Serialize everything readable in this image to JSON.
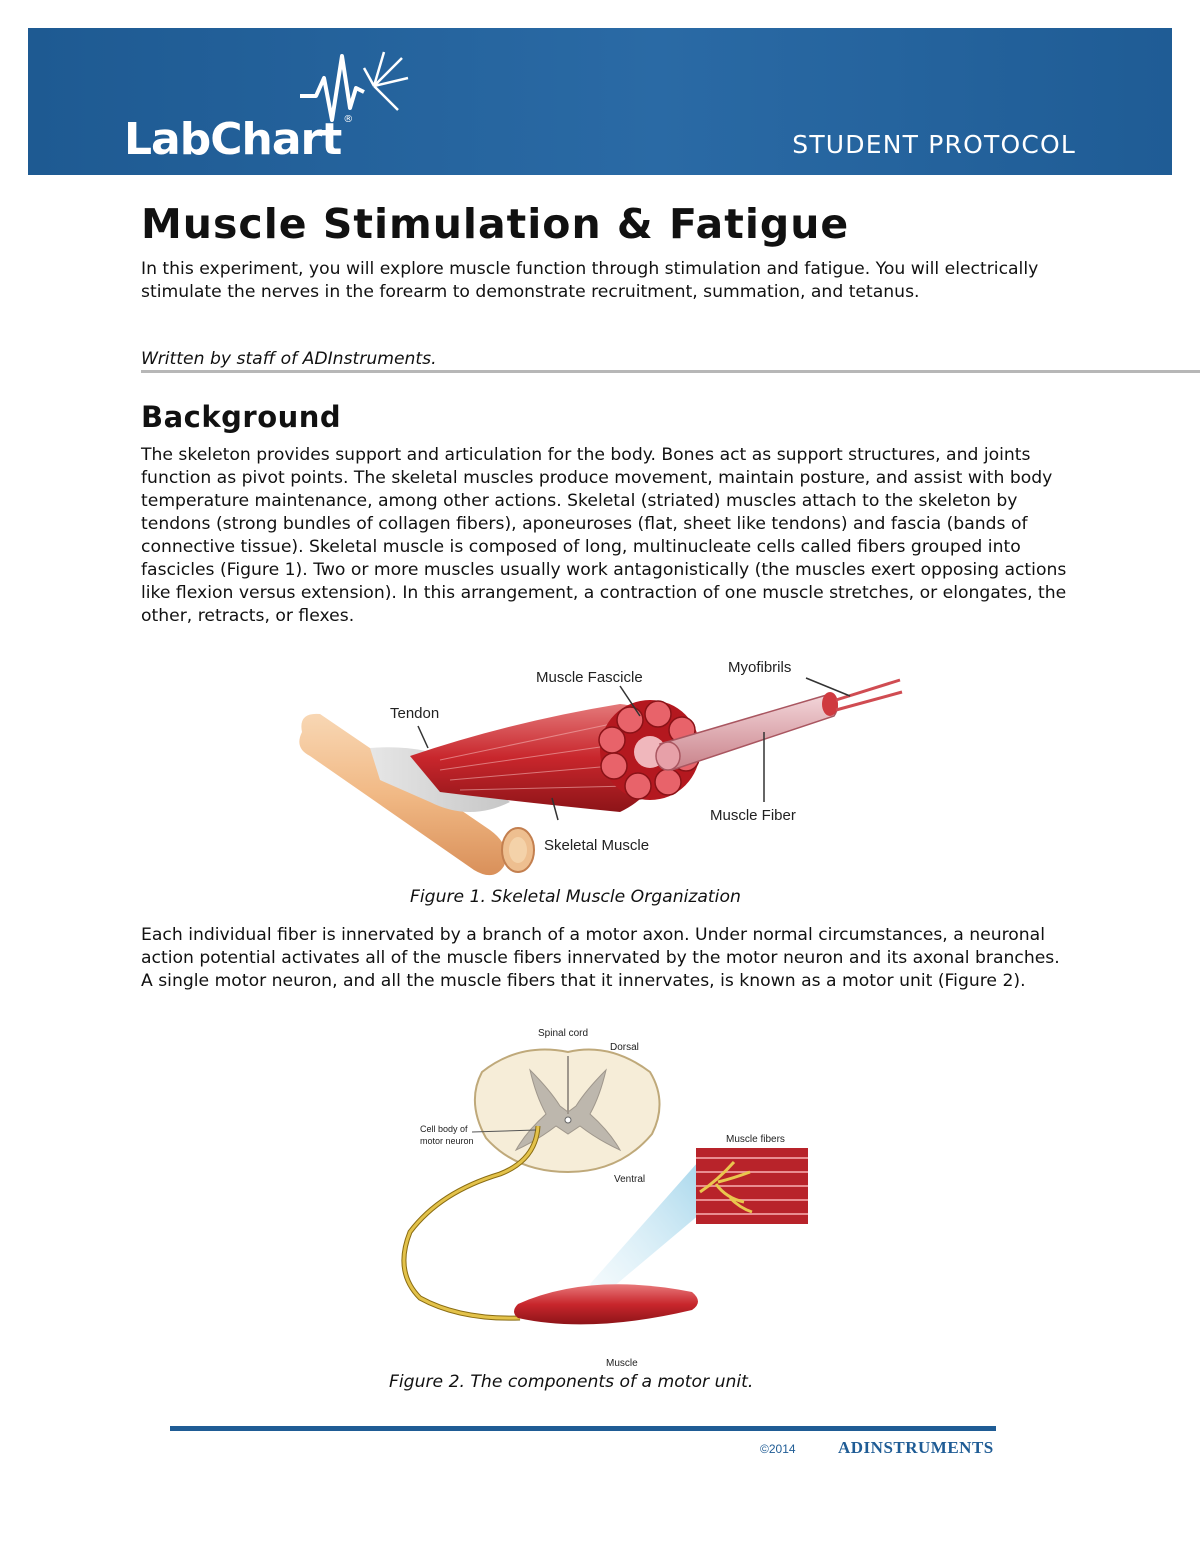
{
  "header": {
    "logo_text": "LabChart",
    "logo_mark": "®",
    "protocol_label": "STUDENT PROTOCOL",
    "colors": {
      "banner": "#1f5c95",
      "text": "#ffffff"
    }
  },
  "document": {
    "title": "Muscle Stimulation & Fatigue",
    "intro": "In this experiment, you will explore muscle function through stimulation and fatigue.  You will electrically stimulate the nerves in the forearm to demonstrate recruitment, summation, and tetanus.",
    "author": "Written by staff of ADInstruments.",
    "background_heading": "Background",
    "background_p1": "The skeleton provides support and articulation for the body.  Bones act as support structures, and joints function as pivot points.  The skeletal muscles produce movement, maintain posture, and assist with body temperature maintenance, among other actions. Skeletal (striated) muscles attach to the skeleton by tendons (strong bundles of collagen fibers), aponeuroses (flat, sheet like tendons) and fascia (bands of connective tissue). Skeletal muscle is composed of long, multinucleate cells called fibers grouped into fascicles (Figure 1).  Two or more muscles usually work antagonistically (the muscles exert opposing actions like flexion versus extension).  In this arrangement, a contraction of one muscle stretches, or elongates, the other, retracts, or flexes.",
    "background_p2": "Each individual fiber is innervated by a branch of a motor axon. Under normal circumstances, a neuronal action potential activates all of the muscle fibers innervated by the motor neuron and its axonal branches. A single motor neuron, and all the muscle fibers that it innervates, is known as a motor unit (Figure 2)."
  },
  "figure1": {
    "caption": "Figure 1. Skeletal Muscle Organization",
    "labels": {
      "tendon": "Tendon",
      "fascicle": "Muscle Fascicle",
      "myofibrils": "Myofibrils",
      "fiber": "Muscle Fiber",
      "skeletal": "Skeletal Muscle"
    }
  },
  "figure2": {
    "caption": "Figure 2. The components of a motor unit.",
    "labels": {
      "spinal_cord": "Spinal cord",
      "dorsal": "Dorsal",
      "ventral": "Ventral",
      "cell_body_1": "Cell body of",
      "cell_body_2": "motor neuron",
      "muscle_fibers": "Muscle fibers",
      "muscle": "Muscle"
    }
  },
  "footer": {
    "copyright": "©2014",
    "brand": "ADINSTRUMENTS"
  }
}
